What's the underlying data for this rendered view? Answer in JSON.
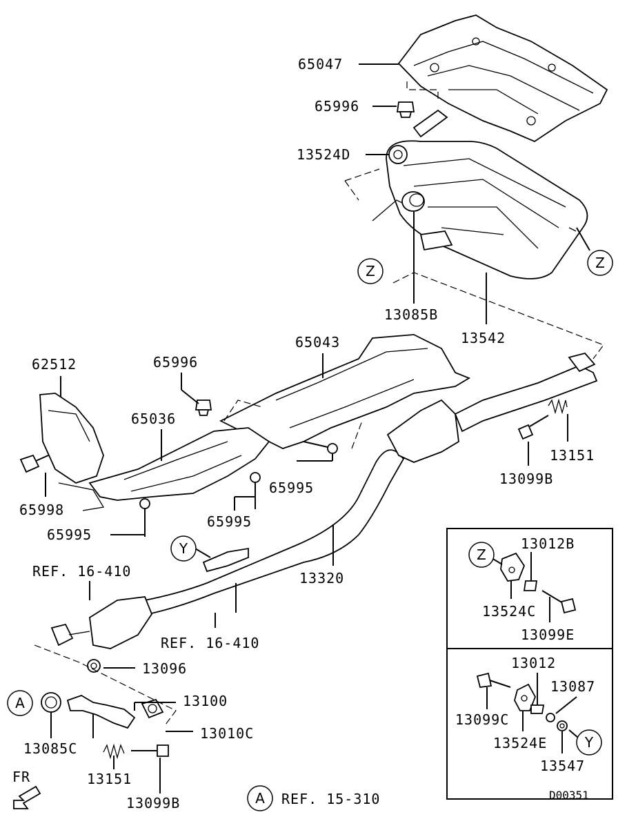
{
  "labels": {
    "p65047": "65047",
    "p65996_top": "65996",
    "p13524D": "13524D",
    "p13085B": "13085B",
    "p13542": "13542",
    "p62512": "62512",
    "p65996_mid": "65996",
    "p65043": "65043",
    "p65036": "65036",
    "p65998": "65998",
    "p65995_a": "65995",
    "p65995_b": "65995",
    "p65995_c": "65995",
    "p13151_r": "13151",
    "p13099B_r": "13099B",
    "p13320": "13320",
    "ref_16_410_a": "REF. 16-410",
    "ref_16_410_b": "REF. 16-410",
    "p13096": "13096",
    "p13100": "13100",
    "p13010C": "13010C",
    "p13085C": "13085C",
    "p13151_l": "13151",
    "p13099B_l": "13099B",
    "ref_15_310": "REF. 15-310",
    "fr": "FR",
    "diagram_id": "D00351"
  },
  "detail_z": {
    "p13012B": "13012B",
    "p13524C": "13524C",
    "p13099E": "13099E"
  },
  "detail_y": {
    "p13012": "13012",
    "p13087": "13087",
    "p13099C": "13099C",
    "p13524E": "13524E",
    "p13547": "13547"
  },
  "callouts": {
    "z": "Z",
    "y": "Y",
    "a": "A"
  }
}
